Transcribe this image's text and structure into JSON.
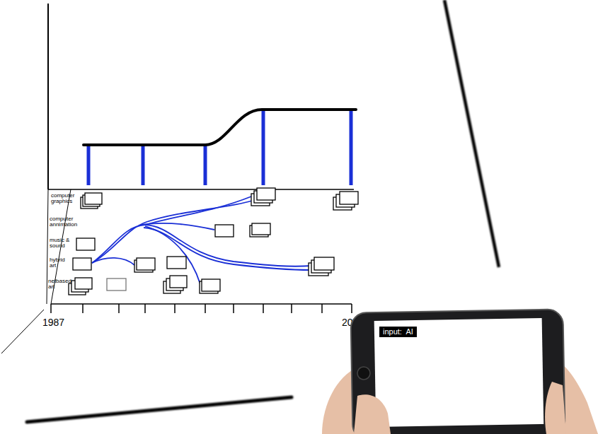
{
  "diagram": {
    "nodes": [
      {
        "text": [
          "input:  AI"
        ]
      }
    ],
    "labels": [
      "computer graphics",
      "computer annimation",
      "music & sound",
      "hybrid art",
      "netbased art",
      "1987",
      "20"
    ]
  }
}
